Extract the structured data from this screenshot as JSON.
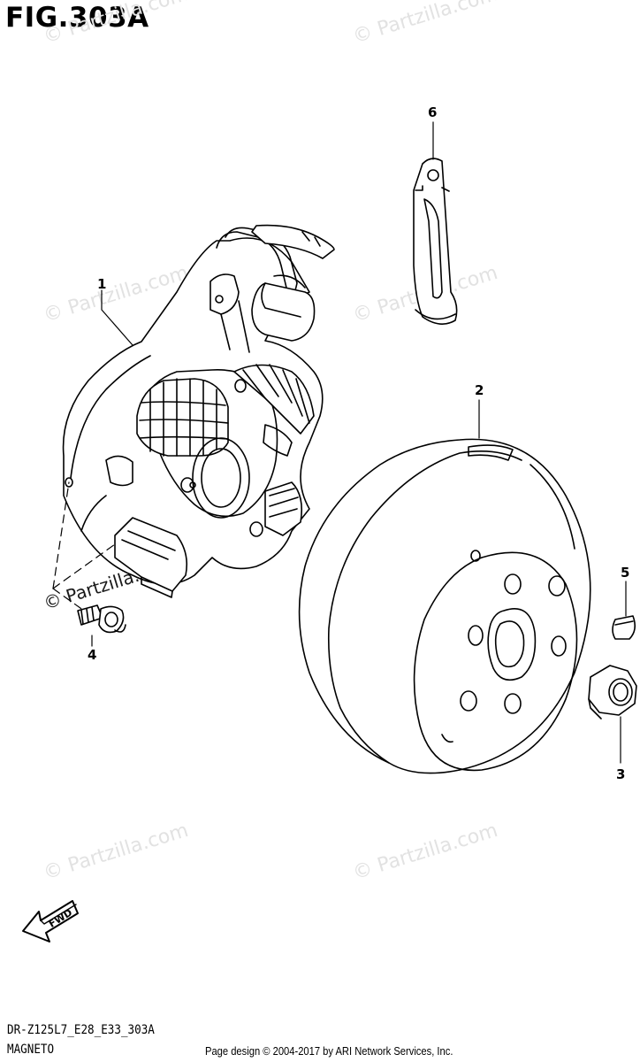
{
  "figure": {
    "title": "FIG.303A"
  },
  "callouts": [
    "1",
    "2",
    "3",
    "4",
    "5",
    "6"
  ],
  "fwd_arrow": {
    "label": "FWD"
  },
  "watermark": {
    "text": "© Partzilla.com"
  },
  "footer": {
    "code": "DR-Z125L7_E28_E33_303A",
    "name": "MAGNETO",
    "copyright": "Page design © 2004-2017 by ARI Network Services, Inc."
  }
}
